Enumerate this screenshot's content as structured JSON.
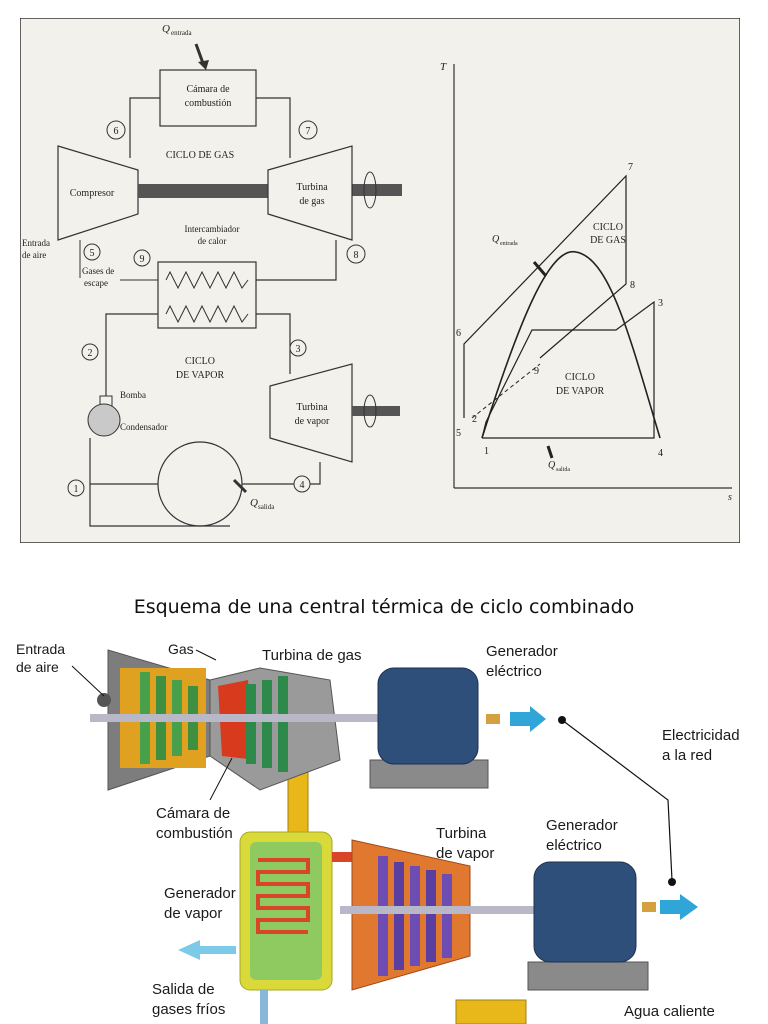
{
  "top_diagram": {
    "q_in": "Q",
    "q_in_sub": "entrada",
    "combustion_chamber": [
      "Cámara de",
      "combustión"
    ],
    "gas_cycle": "CICLO DE GAS",
    "compressor": "Compresor",
    "gas_turbine": [
      "Turbina",
      "de gas"
    ],
    "air_inlet": [
      "Entrada",
      "de aire"
    ],
    "heat_exchanger": [
      "Intercambiador",
      "de calor"
    ],
    "exhaust": [
      "Gases de",
      "escape"
    ],
    "steam_cycle": [
      "CICLO",
      "DE VAPOR"
    ],
    "pump": "Bomba",
    "condenser": "Condensador",
    "steam_turbine": [
      "Turbina",
      "de vapor"
    ],
    "q_out": "Q",
    "q_out_sub": "salida",
    "state_numbers": [
      "1",
      "2",
      "3",
      "4",
      "5",
      "6",
      "7",
      "8",
      "9"
    ]
  },
  "ts_chart": {
    "y_axis": "T",
    "x_axis": "s",
    "gas_cycle": [
      "CICLO",
      "DE GAS"
    ],
    "steam_cycle": [
      "CICLO",
      "DE VAPOR"
    ],
    "q_in": "Q",
    "q_in_sub": "entrada",
    "q_out": "Q",
    "q_out_sub": "salida",
    "points": [
      "1",
      "2",
      "3",
      "4",
      "5",
      "6",
      "7",
      "8",
      "9"
    ]
  },
  "bottom_diagram": {
    "title": "Esquema de una central térmica de ciclo combinado",
    "air_inlet": [
      "Entrada",
      "de aire"
    ],
    "gas": "Gas",
    "gas_turbine": "Turbina de gas",
    "generator_1": [
      "Generador",
      "eléctrico"
    ],
    "electricity": [
      "Electricidad",
      "a la red"
    ],
    "combustion_chamber": [
      "Cámara de",
      "combustión"
    ],
    "steam_turbine": [
      "Turbina",
      "de vapor"
    ],
    "generator_2": [
      "Generador",
      "eléctrico"
    ],
    "steam_generator": [
      "Generador",
      "de vapor"
    ],
    "cold_gas_exit": [
      "Salida de",
      "gases fríos"
    ],
    "hot_water": "Agua caliente"
  }
}
